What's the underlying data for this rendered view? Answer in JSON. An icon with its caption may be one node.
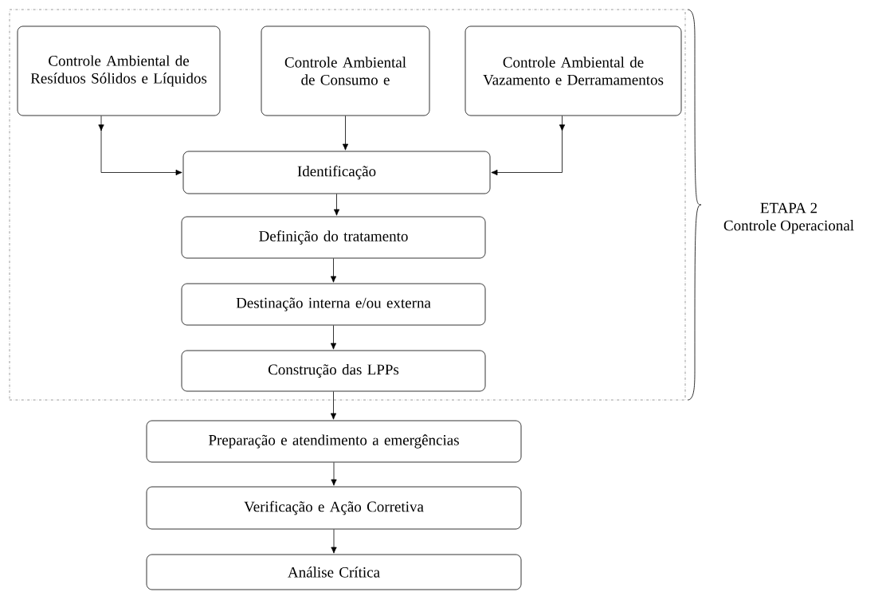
{
  "diagram": {
    "nodes": [
      {
        "text": [],
        "shape": "box",
        "beside": [
          "ETAPA 2 Controle Operacional"
        ]
      },
      {
        "text": [
          "Controle Ambiental de Resíduos Sólidos e Líquidos"
        ],
        "in": 0
      },
      {
        "text": [
          "Controle Ambiental de Consumo e"
        ],
        "in": 0
      },
      {
        "text": [
          "Controle Ambiental de Vazamento e Derramamentos"
        ],
        "in": 0
      },
      {
        "text": [
          "Identificação"
        ],
        "in": 0
      },
      {
        "text": [
          "Definição do tratamento"
        ],
        "in": 0
      },
      {
        "text": [
          "Destinação interna e/ou externa"
        ],
        "in": 0
      },
      {
        "text": [
          "Construção das LPPs"
        ],
        "in": 0
      },
      {
        "text": [
          "Preparação e atendimento a emergências"
        ]
      },
      {
        "text": [
          "Verificação e Ação Corretiva"
        ]
      },
      {
        "text": [
          "Análise Crítica"
        ]
      }
    ],
    "edges": [
      {
        "from": 1,
        "to": 4,
        "arrow": "to"
      },
      {
        "from": 2,
        "to": 4,
        "arrow": "to"
      },
      {
        "from": 3,
        "to": 4,
        "arrow": "to"
      },
      {
        "from": 4,
        "to": 5,
        "arrow": "to"
      },
      {
        "from": 5,
        "to": 6,
        "arrow": "to"
      },
      {
        "from": 6,
        "to": 7,
        "arrow": "to"
      },
      {
        "from": 7,
        "to": 8,
        "arrow": "to"
      },
      {
        "from": 8,
        "to": 9,
        "arrow": "to"
      },
      {
        "from": 9,
        "to": 10,
        "arrow": "to"
      }
    ]
  }
}
